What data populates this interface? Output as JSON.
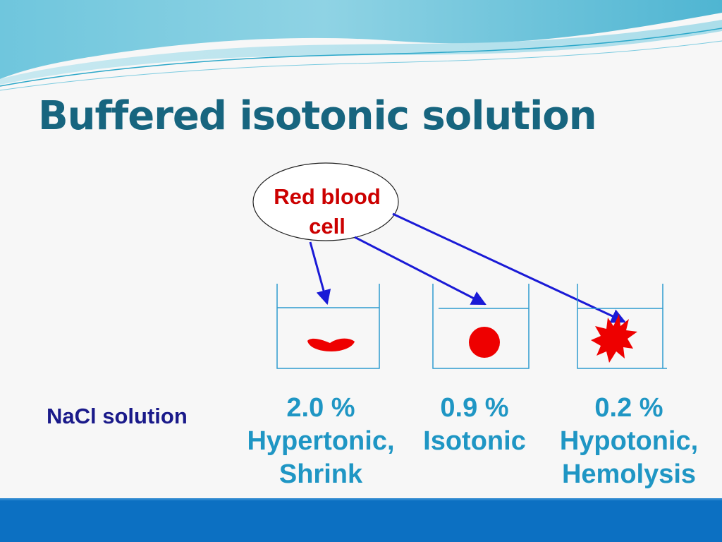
{
  "slide": {
    "title": "Buffered isotonic solution"
  },
  "cell": {
    "label_line1": "Red blood",
    "label_line2": "cell"
  },
  "row_label": "NaCl solution",
  "beakers": [
    {
      "concentration": "2.0 %",
      "tonicity": "Hypertonic,",
      "effect": "Shrink"
    },
    {
      "concentration": "0.9 %",
      "tonicity": "Isotonic",
      "effect": ""
    },
    {
      "concentration": "0.2 %",
      "tonicity": "Hypotonic,",
      "effect": "Hemolysis"
    }
  ],
  "colors": {
    "title": "#17657f",
    "cell": "#ee0000",
    "arrow": "#1a1ad6",
    "beaker": "#2f9ccf",
    "concentration_text": "#1f96c4",
    "footer": "#0c70c2"
  },
  "icons": {
    "banner": "wave-banner",
    "shrunken_cell": "crenated-cell-icon",
    "normal_cell": "round-cell-icon",
    "burst_cell": "burst-cell-icon"
  }
}
